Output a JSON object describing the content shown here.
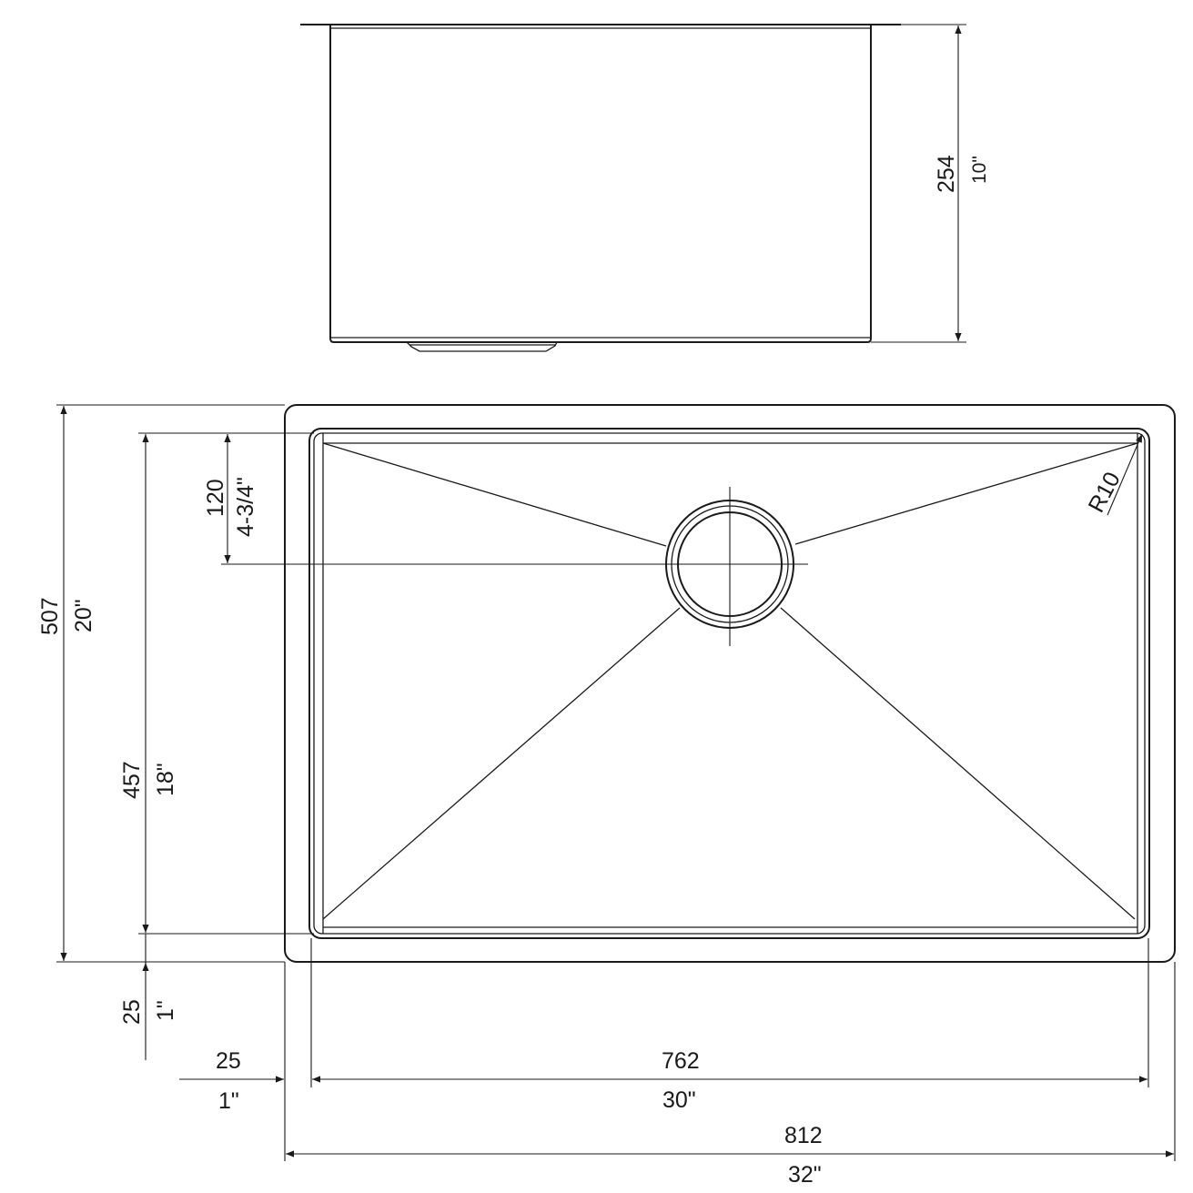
{
  "side_view": {
    "height_mm": "254",
    "height_in": "10\""
  },
  "plan_view": {
    "overall_depth_mm": "507",
    "overall_depth_in": "20\"",
    "bowl_depth_mm": "457",
    "bowl_depth_in": "18\"",
    "drain_offset_mm": "120",
    "drain_offset_in": "4-3/4\"",
    "corner_radius": "R10",
    "front_rim_mm": "25",
    "front_rim_in": "1\"",
    "side_rim_mm": "25",
    "side_rim_in": "1\"",
    "bowl_width_mm": "762",
    "bowl_width_in": "30\"",
    "overall_width_mm": "812",
    "overall_width_in": "32\""
  },
  "colors": {
    "line": "#1a1a1a",
    "background": "#ffffff"
  }
}
